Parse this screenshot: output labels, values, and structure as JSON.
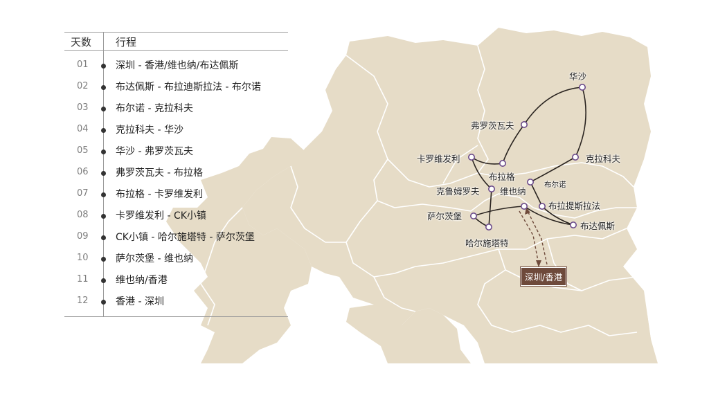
{
  "table": {
    "header_day": "天数",
    "header_route": "行程",
    "rows": [
      {
        "day": "01",
        "route": "深圳 - 香港/维也纳/布达佩斯"
      },
      {
        "day": "02",
        "route": "布达佩斯 - 布拉迪斯拉法 - 布尔诺"
      },
      {
        "day": "03",
        "route": "布尔诺 - 克拉科夫"
      },
      {
        "day": "04",
        "route": "克拉科夫 - 华沙"
      },
      {
        "day": "05",
        "route": "华沙 - 弗罗茨瓦夫"
      },
      {
        "day": "06",
        "route": "弗罗茨瓦夫 - 布拉格"
      },
      {
        "day": "07",
        "route": "布拉格 - 卡罗维发利"
      },
      {
        "day": "08",
        "route": "卡罗维发利 - CK小镇"
      },
      {
        "day": "09",
        "route": "CK小镇 - 哈尔施塔特 - 萨尔茨堡"
      },
      {
        "day": "10",
        "route": "萨尔茨堡 - 维也纳"
      },
      {
        "day": "11",
        "route": "维也纳/香港"
      },
      {
        "day": "12",
        "route": "香港 - 深圳"
      }
    ]
  },
  "map": {
    "cities": {
      "warsaw": "华沙",
      "wroclaw": "弗罗茨瓦夫",
      "karlovy_vary": "卡罗维发利",
      "prague": "布拉格",
      "krakow": "克拉科夫",
      "brno": "布尔诺",
      "cesky_krumlov": "克鲁姆罗夫",
      "vienna": "维也纳",
      "bratislava": "布拉提斯拉法",
      "salzburg": "萨尔茨堡",
      "budapest": "布达佩斯",
      "hallstatt": "哈尔施塔特"
    },
    "home": "深圳/香港"
  },
  "colors": {
    "land": "#e6dcc7",
    "border": "#ffffff",
    "route": "#2a2420",
    "marker_fill": "#ffffff",
    "marker_stroke": "#6b4a8a",
    "home_badge": "#6e4a3b",
    "home_arrow": "#6e4a3b"
  }
}
